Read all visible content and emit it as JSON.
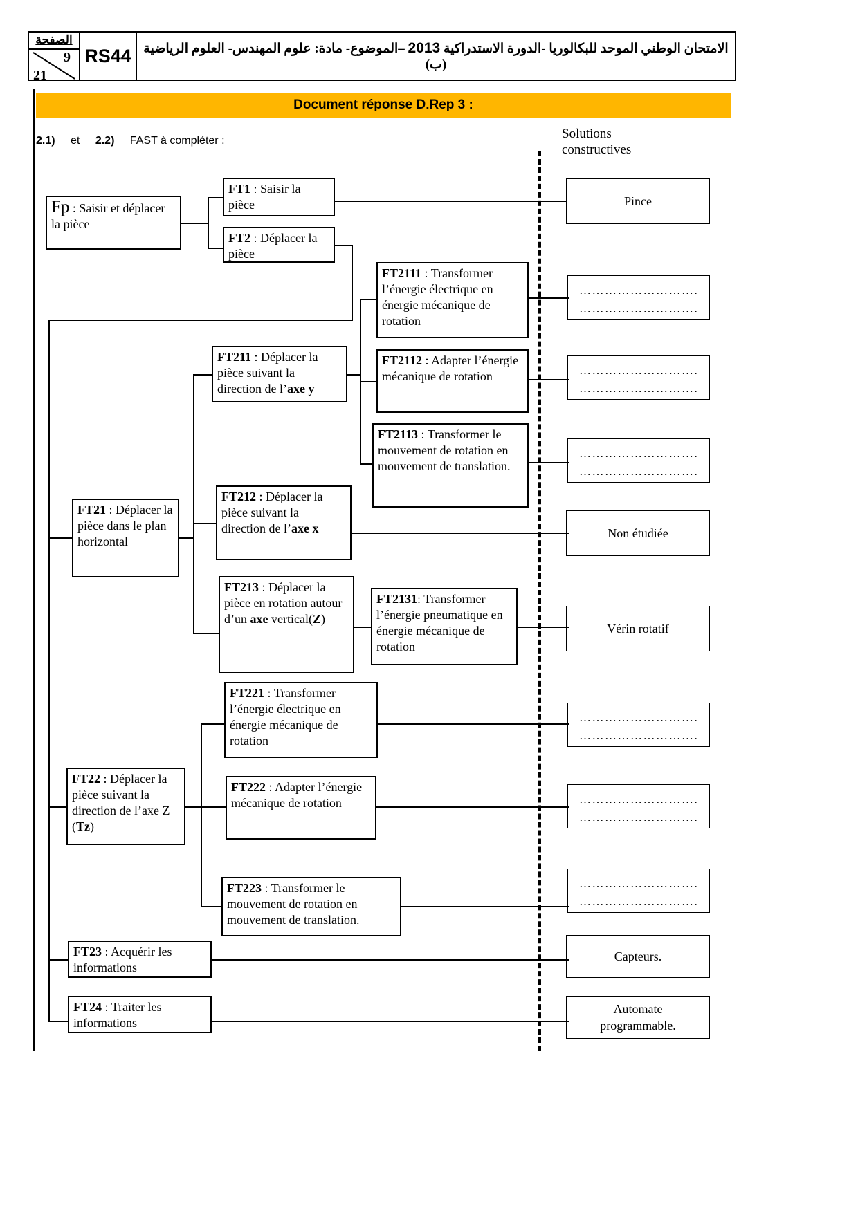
{
  "header": {
    "page_label": "الصفحة",
    "page_number": "9",
    "page_total": "21",
    "code": "RS44",
    "exam_line1_right": "الامتحان الوطني الموحد للبكالوريا -الدورة الاستدراكية",
    "exam_year": "2013",
    "exam_line1_left": "–الموضوع- مادة: علوم المهندس- العلوم الرياضية",
    "exam_line2": "(ب)"
  },
  "banner": {
    "title": "Document réponse D.Rep 3 :"
  },
  "question": {
    "num1": "2.1)",
    "conj": "et",
    "num2": "2.2)",
    "text": "FAST à compléter :"
  },
  "solutions_header": {
    "line1": "Solutions",
    "line2": "constructives"
  },
  "functions": {
    "fp": {
      "code": "Fp",
      "sep": " : ",
      "text": "Saisir et déplacer la pièce"
    },
    "ft1": {
      "code": "FT1",
      "sep": " : ",
      "text": "Saisir la pièce"
    },
    "ft2": {
      "code": "FT2",
      "sep": " : ",
      "text": "Déplacer la pièce"
    },
    "ft21": {
      "code": "FT21",
      "sep": " : ",
      "text": " Déplacer la pièce dans le plan horizontal"
    },
    "ft22": {
      "code": "FT22",
      "sep": " : ",
      "text": "Déplacer la pièce suivant la direction de l’axe Z (",
      "bold_tail": "Tz",
      "tail": ")"
    },
    "ft23": {
      "code": "FT23",
      "sep": " : ",
      "text": "Acquérir les informations"
    },
    "ft24": {
      "code": "FT24",
      "sep": " : ",
      "text": "Traiter les informations"
    },
    "ft211": {
      "code": "FT211",
      "sep": " : ",
      "text": "Déplacer la pièce  suivant la direction de l’",
      "bold_tail": "axe y",
      "tail": ""
    },
    "ft212": {
      "code": "FT212",
      "sep": " : ",
      "text": "Déplacer la pièce suivant la direction de l’",
      "bold_tail": "axe x",
      "tail": ""
    },
    "ft213": {
      "code": "FT213",
      "sep": " : ",
      "text": "Déplacer la pièce en rotation autour d’un ",
      "bold_tail": "axe",
      "tail": " vertical(",
      "bold_tail2": "Z",
      "tail2": ")"
    },
    "ft2111": {
      "code": "FT2111",
      "sep": " : ",
      "text": "Transformer l’énergie électrique en  énergie mécanique de rotation"
    },
    "ft2112": {
      "code": "FT2112",
      "sep": " : ",
      "text": "Adapter l’énergie mécanique de rotation"
    },
    "ft2113": {
      "code": "FT2113",
      "sep": " : ",
      "text": " Transformer le mouvement de rotation en mouvement de translation."
    },
    "ft2131": {
      "code": "FT2131",
      "sep": ": ",
      "text": "Transformer l’énergie pneumatique en énergie mécanique de rotation"
    },
    "ft221": {
      "code": "FT221",
      "sep": " : ",
      "text": "Transformer l’énergie électrique en énergie mécanique de  rotation"
    },
    "ft222": {
      "code": "FT222",
      "sep": " : ",
      "text": "Adapter  l’énergie mécanique de rotation"
    },
    "ft223": {
      "code": "FT223",
      "sep": " : ",
      "text": "Transformer le mouvement de rotation en mouvement de translation."
    }
  },
  "solutions": {
    "pince": "Pince",
    "blank1_l1": "……………………….",
    "blank1_l2": "……………………….",
    "blank2_l1": "……………………….",
    "blank2_l2": "……………………….",
    "blank3_l1": "……………………….",
    "blank3_l2": "……………………….",
    "non_etudiee": "Non étudiée",
    "verin": "Vérin rotatif",
    "blank4_l1": "……………………….",
    "blank4_l2": "……………………….",
    "blank5_l1": "……………………….",
    "blank5_l2": "……………………….",
    "blank6_l1": "……………………….",
    "blank6_l2": "……………………….",
    "capteurs": "Capteurs.",
    "automate_l1": "Automate",
    "automate_l2": " programmable."
  },
  "colors": {
    "banner_bg": "#FFB600",
    "ink": "#000000",
    "page_bg": "#FFFFFF"
  }
}
